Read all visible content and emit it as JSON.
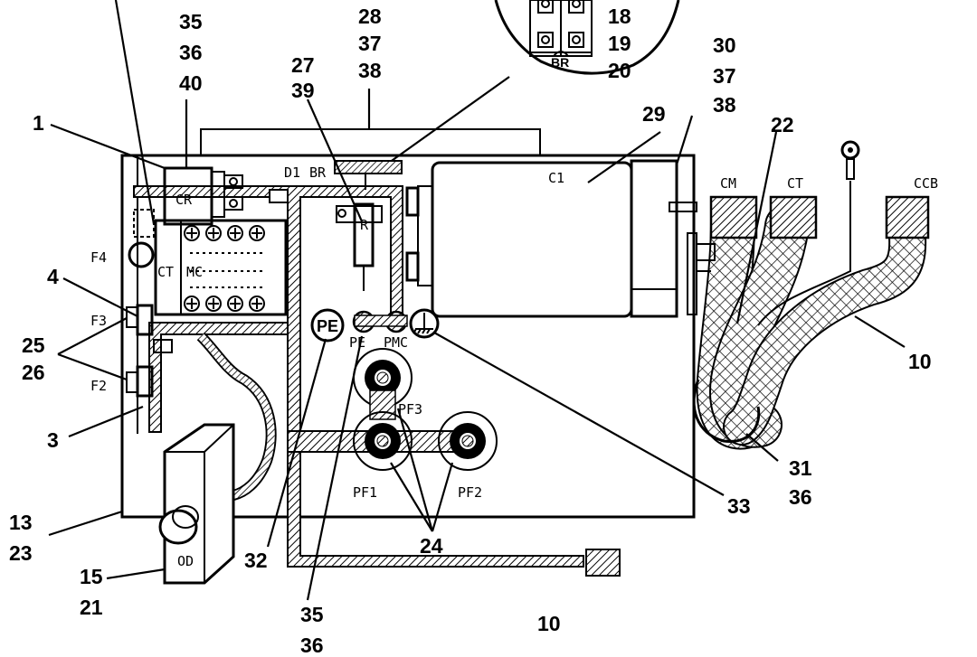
{
  "callouts": {
    "c35a": "35",
    "c36a": "36",
    "c40": "40",
    "c28": "28",
    "c37a": "37",
    "c38a": "38",
    "c18": "18",
    "c19": "19",
    "c20": "20",
    "c30": "30",
    "c37b": "37",
    "c38b": "38",
    "c27": "27",
    "c39": "39",
    "c29": "29",
    "c22": "22",
    "c1": "1",
    "c4": "4",
    "c25": "25",
    "c26": "26",
    "c3": "3",
    "c10a": "10",
    "c31": "31",
    "c36b": "36",
    "c33": "33",
    "c13": "13",
    "c23": "23",
    "c15": "15",
    "c21": "21",
    "c32": "32",
    "c24": "24",
    "c35b": "35",
    "c36c": "36",
    "c10b": "10"
  },
  "labels": {
    "d1": "D1",
    "br": "BR",
    "br_small": "BR",
    "c1": "C1",
    "cr": "CR",
    "mc": "MC",
    "ct_left": "CT",
    "f4": "F4",
    "f3": "F3",
    "f2": "F2",
    "cm": "CM",
    "ct": "CT",
    "ccb": "CCB",
    "r": "R",
    "pe_circle": "PE",
    "pe": "PE",
    "pmc": "PMC",
    "pf1": "PF1",
    "pf2": "PF2",
    "pf3": "PF3",
    "od": "OD"
  },
  "icons": [
    "ground-symbol-icon",
    "ring-terminal-icon",
    "cable-braid-pattern"
  ]
}
